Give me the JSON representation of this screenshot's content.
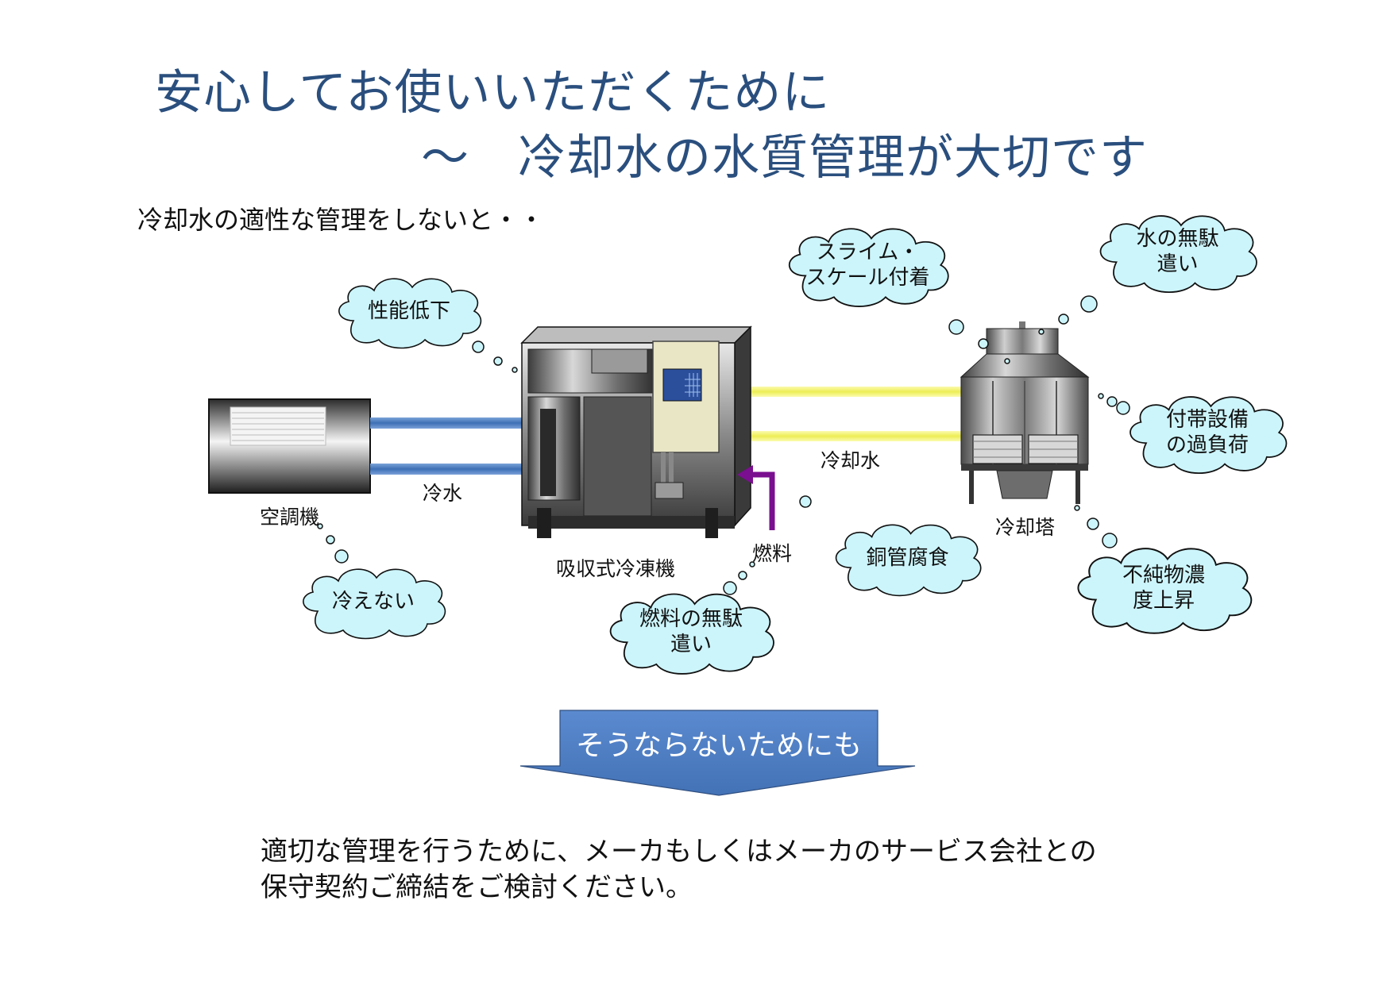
{
  "header": {
    "title_line1": "安心してお使いいただくために",
    "title_line2": "～　冷却水の水質管理が大切です",
    "subtitle": "冷却水の適性な管理をしないと・・"
  },
  "equipment": {
    "air_conditioner": "空調機",
    "chilled_water": "冷水",
    "chiller": "吸収式冷凍機",
    "fuel": "燃料",
    "cooling_water": "冷却水",
    "cooling_tower": "冷却塔"
  },
  "clouds": {
    "performance_drop": "性能低下",
    "no_cooling": "冷えない",
    "fuel_waste_1": "燃料の無駄",
    "fuel_waste_2": "遣い",
    "slime_1": "スライム・",
    "slime_2": "スケール付着",
    "copper_corrosion": "銅管腐食",
    "water_waste_1": "水の無駄",
    "water_waste_2": "遣い",
    "overload_1": "付帯設備",
    "overload_2": "の過負荷",
    "impurity_1": "不純物濃",
    "impurity_2": "度上昇"
  },
  "arrow": {
    "label": "そうならないためにも"
  },
  "footer": {
    "line1": "適切な管理を行うために、メーカもしくはメーカのサービス会社との",
    "line2": "保守契約ご締結をご検討ください。"
  },
  "colors": {
    "title": "#2a4f7e",
    "cloud_fill": "#ccf5fb",
    "chilled_pipe": "#4a7bbf",
    "cooling_pipe": "#f3f37a",
    "fuel_pipe": "#7a0f8f",
    "arrow_fill": "#4f7fc2"
  }
}
